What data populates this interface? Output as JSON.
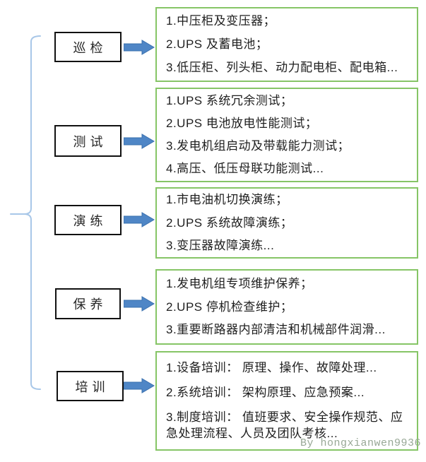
{
  "colors": {
    "green_border": "#86c566",
    "arrow_fill": "#4f86c6",
    "arrow_stroke": "#3a70ae",
    "category_border": "#111111",
    "brace": "#a8c7e8",
    "watermark": "#98a896",
    "text": "#1f1f1f"
  },
  "rows": [
    {
      "label": "巡检",
      "items": [
        "1.中压柜及变压器；",
        "2.UPS 及蓄电池；",
        "3.低压柜、列头柜、动力配电柜、配电箱..."
      ]
    },
    {
      "label": "测试",
      "items": [
        "1.UPS 系统冗余测试；",
        "2.UPS 电池放电性能测试；",
        "3.发电机组启动及带载能力测试；",
        "4.高压、低压母联功能测试..."
      ]
    },
    {
      "label": "演练",
      "items": [
        "1.市电油机切换演练；",
        "2.UPS 系统故障演练；",
        "3.变压器故障演练..."
      ]
    },
    {
      "label": "保养",
      "items": [
        "1.发电机组专项维护保养；",
        "2.UPS 停机检查维护；",
        "3.重要断路器内部清洁和机械部件润滑..."
      ]
    },
    {
      "label": "培训",
      "items": [
        "1.设备培训： 原理、操作、故障处理...",
        "2.系统培训： 架构原理、应急预案...",
        "3.制度培训： 值班要求、安全操作规范、应急处理流程、人员及团队考核..."
      ]
    }
  ],
  "watermark": "By hongxianwen9936"
}
